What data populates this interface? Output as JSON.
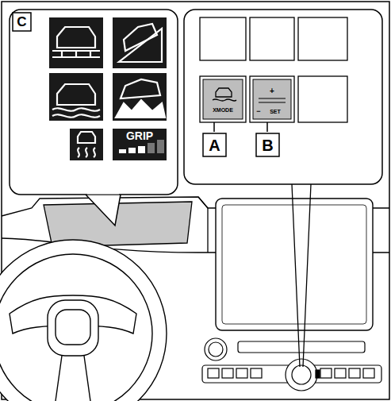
{
  "diagram": {
    "labels": [
      "C",
      "A",
      "B",
      "GRIP",
      "XMODE",
      "+",
      "−",
      "SET"
    ]
  }
}
